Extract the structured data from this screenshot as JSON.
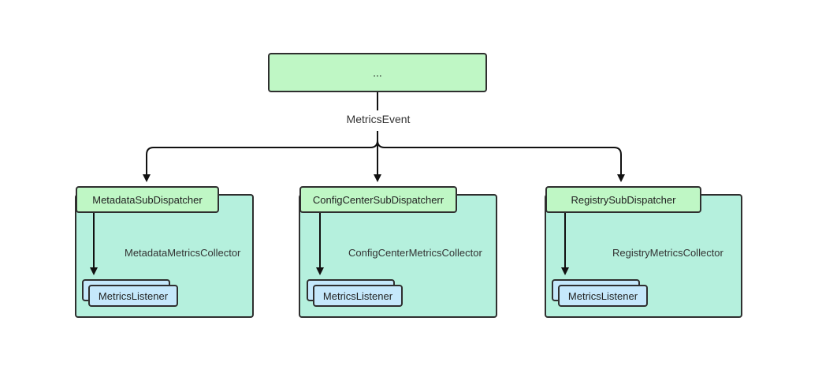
{
  "root": {
    "label": "..."
  },
  "edge_label": "MetricsEvent",
  "groups": [
    {
      "dispatcher": "MetadataSubDispatcher",
      "collector": "MetadataMetricsCollector",
      "listener": "MetricsListener"
    },
    {
      "dispatcher": "ConfigCenterSubDispatcherr",
      "collector": "ConfigCenterMetricsCollector",
      "listener": "MetricsListener"
    },
    {
      "dispatcher": "RegistrySubDispatcher",
      "collector": "RegistryMetricsCollector",
      "listener": "MetricsListener"
    }
  ],
  "colors": {
    "root_fill": "#bff7c5",
    "dispatcher_fill": "#bff7c5",
    "collector_fill": "#b5f0dd",
    "listener_fill": "#c5e8fb",
    "stroke": "#2f2f2f"
  }
}
